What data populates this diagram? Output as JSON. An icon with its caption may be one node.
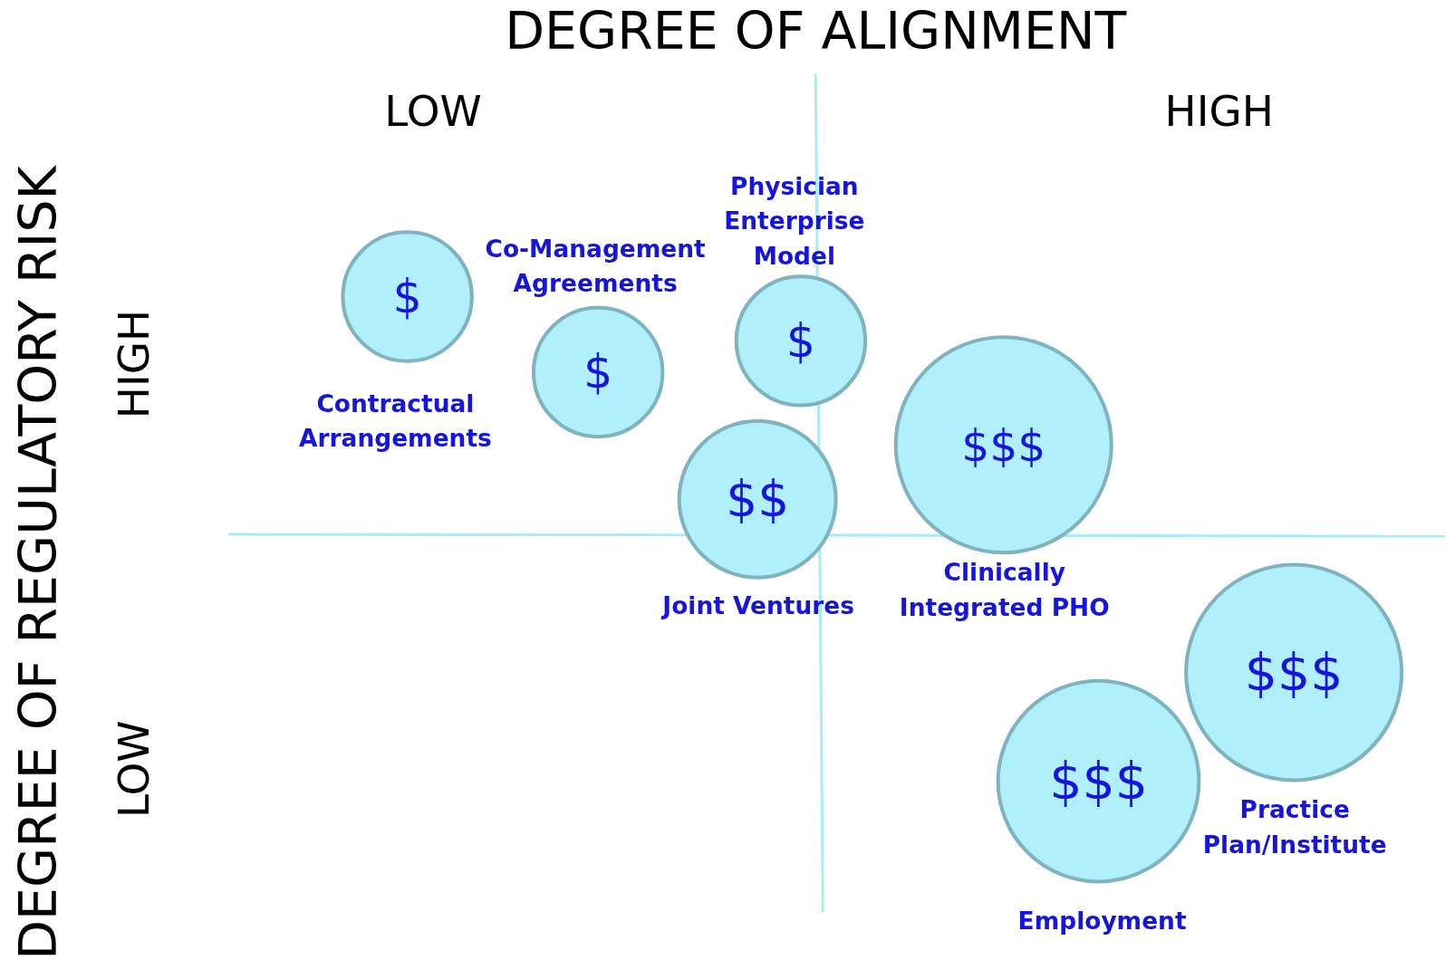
{
  "diagram": {
    "title": "DEGREE OF ALIGNMENT",
    "nodes": [
      {
        "text": [
          "$"
        ],
        "beside": [
          "Contractual Arrangements"
        ]
      },
      {
        "text": [
          "$"
        ],
        "beside": [
          "Co-Management Agreements"
        ]
      },
      {
        "text": [
          "$"
        ],
        "beside": [
          "Physician Enterprise Model"
        ]
      },
      {
        "text": [
          "$$"
        ],
        "beside": [
          "Joint Ventures"
        ]
      },
      {
        "text": [
          "$$$"
        ],
        "beside": [
          "Clinically Integrated PHO"
        ]
      },
      {
        "text": [
          "$$$"
        ],
        "beside": [
          "Employment"
        ]
      },
      {
        "text": [
          "$$$"
        ],
        "beside": [
          "Practice Plan/Institute"
        ]
      }
    ],
    "edges": [],
    "labels": [
      "LOW",
      "HIGH",
      "DEGREE OF REGULATORY RISK",
      "HIGH",
      "LOW"
    ]
  }
}
